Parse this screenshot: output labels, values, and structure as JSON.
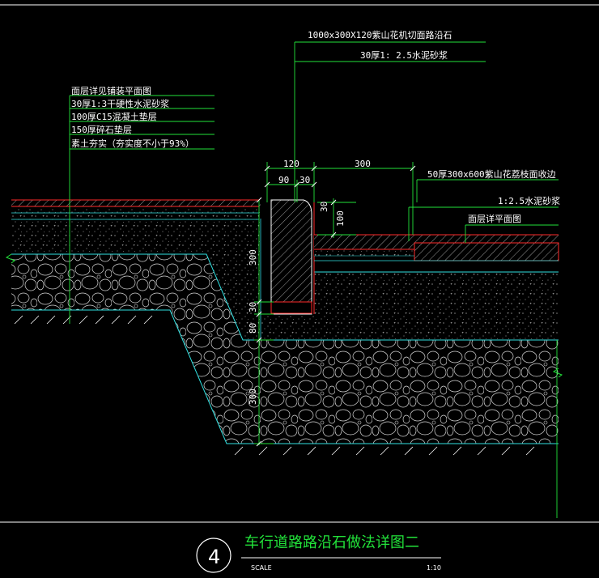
{
  "labels": {
    "curb_spec": "1000x300X120紫山花机切面路沿石",
    "curb_mortar": "30厚1: 2.5水泥砂浆",
    "left_layers": [
      "面层详见铺装平面图",
      "30厚1:3干硬性水泥砂浆",
      "100厚C15混凝土垫层",
      "150厚碎石垫层",
      "素土夯实（夯实度不小于93%）"
    ],
    "right_stone": "50厚300x600紫山花荔枝面收边",
    "right_mortar": "1:2.5水泥砂浆",
    "right_surface": "面层详平面图"
  },
  "dims": {
    "d120": "120",
    "d300_top": "300",
    "d90": "90",
    "d30_top": "30",
    "d30_right": "30",
    "d100": "100",
    "d300_left": "300",
    "d30_bottom": "30",
    "d80": "80",
    "d300_low": "300"
  },
  "title_block": {
    "number": "4",
    "title": "车行道路路沿石做法详图二",
    "scale_label": "SCALE",
    "scale_value": "1:10"
  },
  "colors": {
    "background": "#000000",
    "leader": "#22e23a",
    "layer_red": "#ff2a2a",
    "boundary_cyan": "#2fe0e0",
    "text": "#ffffff",
    "title": "#22e23a"
  }
}
